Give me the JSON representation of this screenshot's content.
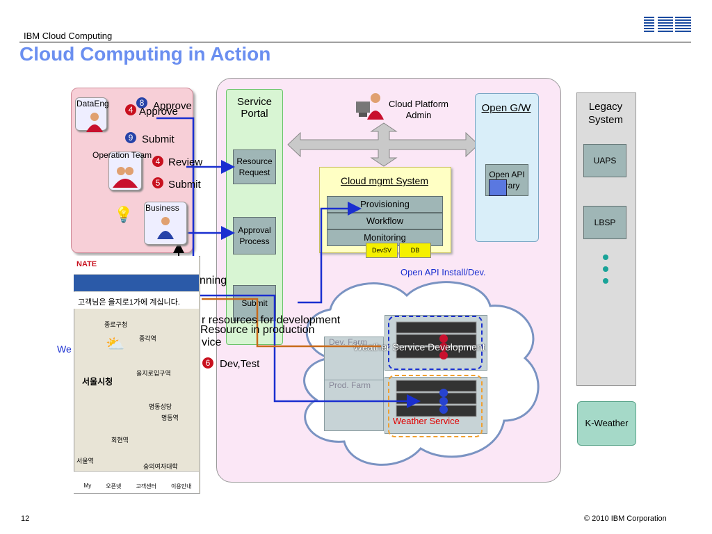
{
  "header": {
    "section": "IBM Cloud Computing",
    "title": "Cloud Computing in Action"
  },
  "footer": {
    "page": "12",
    "copyright": "© 2010 IBM Corporation"
  },
  "roles": {
    "dataeng": "DataEng",
    "operation": "Operation Team",
    "business": "Business"
  },
  "steps": [
    {
      "num": "8",
      "label": "Approve",
      "color": "blue"
    },
    {
      "num": "4",
      "label": "Approve",
      "color": "red"
    },
    {
      "num": "9",
      "label": "Submit",
      "color": "blue"
    },
    {
      "num": "4",
      "label": "Review",
      "color": "red"
    },
    {
      "num": "5",
      "label": "Submit",
      "color": "red"
    },
    {
      "num": "6",
      "label": "Dev,Test",
      "color": "red"
    }
  ],
  "portal": {
    "title": "Service Portal",
    "resource_request": "Resource Request",
    "approval_process": "Approval Process",
    "submit": "Submit"
  },
  "cloud_admin": "Cloud Platform Admin",
  "cms": {
    "title": "Cloud mgmt System",
    "rows": [
      "Provisioning",
      "Workflow",
      "Monitoring"
    ],
    "tags": [
      "DevSV",
      "DB"
    ]
  },
  "open_gw": {
    "title": "Open G/W",
    "library": "Open API Library"
  },
  "legacy": {
    "title": "Legacy System",
    "items": [
      "UAPS",
      "LBSP"
    ]
  },
  "kweather": "K-Weather",
  "overlay": {
    "api_install": "Open API Install/Dev.",
    "resources": "r resources for development",
    "resource_prod": "Resource in production",
    "vice": "vice",
    "nning": "nning",
    "we": "We"
  },
  "farms": {
    "dev": "Dev. Farm",
    "prod": "Prod. Farm",
    "dev_label": "Weather Service Development",
    "prod_label": "Weather Service"
  },
  "phone": {
    "brand": "NATE",
    "status": "고객님은 을지로1가에 계십니다.",
    "places": [
      "종로구청",
      "종각역",
      "을지로입구역",
      "서울시청",
      "명동성당",
      "명동역",
      "회현역",
      "서울역",
      "숭의여자대학"
    ],
    "menu": [
      "My",
      "오픈넷",
      "고객센터",
      "이용안내"
    ]
  },
  "colors": {
    "title": "#6b8ff0",
    "accent_blue": "#1a2fd0",
    "red": "#c8101e"
  }
}
